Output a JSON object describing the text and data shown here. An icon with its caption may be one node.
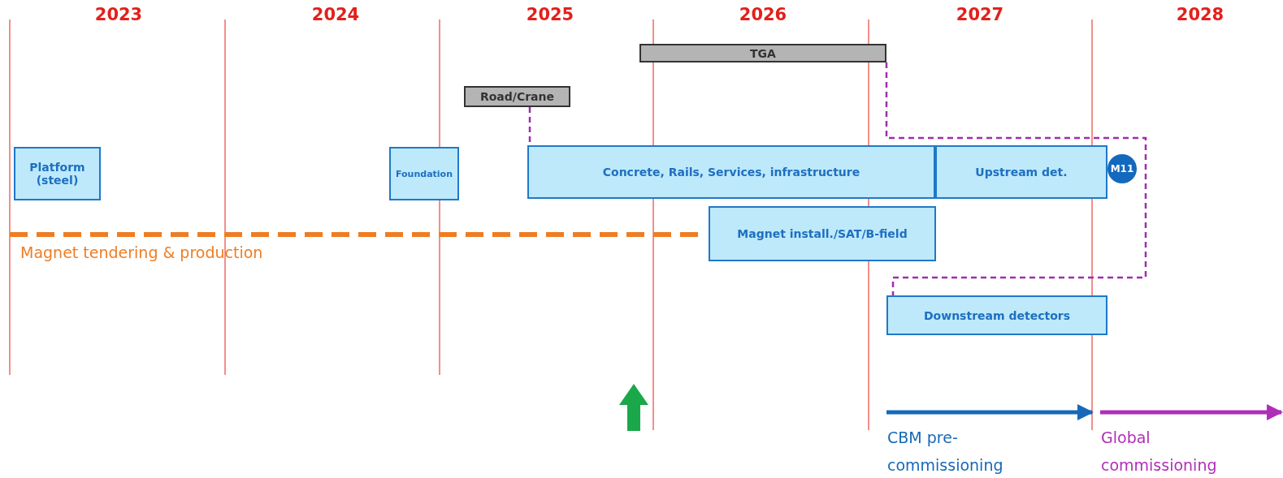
{
  "diagram": {
    "nodes": [
      {
        "text": [
          "TGA"
        ]
      },
      {
        "text": [
          "Road/Crane"
        ]
      },
      {
        "text": [
          "Platform (steel)"
        ]
      },
      {
        "text": [
          "Foundation"
        ]
      },
      {
        "text": [
          "Concrete, Rails, Services, infrastructure"
        ]
      },
      {
        "text": [
          "Upstream det."
        ]
      },
      {
        "text": [
          "M11"
        ]
      },
      {
        "text": [
          "Magnet install./SAT/B-field"
        ]
      },
      {
        "text": [
          "Downstream detectors"
        ]
      }
    ],
    "edges": [
      {
        "from": 1,
        "to": 4,
        "arrow": "none",
        "style": "dashed"
      },
      {
        "from": 0,
        "to": 8,
        "arrow": "none",
        "style": "dashed"
      }
    ],
    "labels": [
      "2023",
      "2024",
      "2025",
      "2026",
      "2027",
      "2028",
      "Magnet tendering & production",
      "CBM pre-commissioning",
      "Global commissioning"
    ]
  }
}
